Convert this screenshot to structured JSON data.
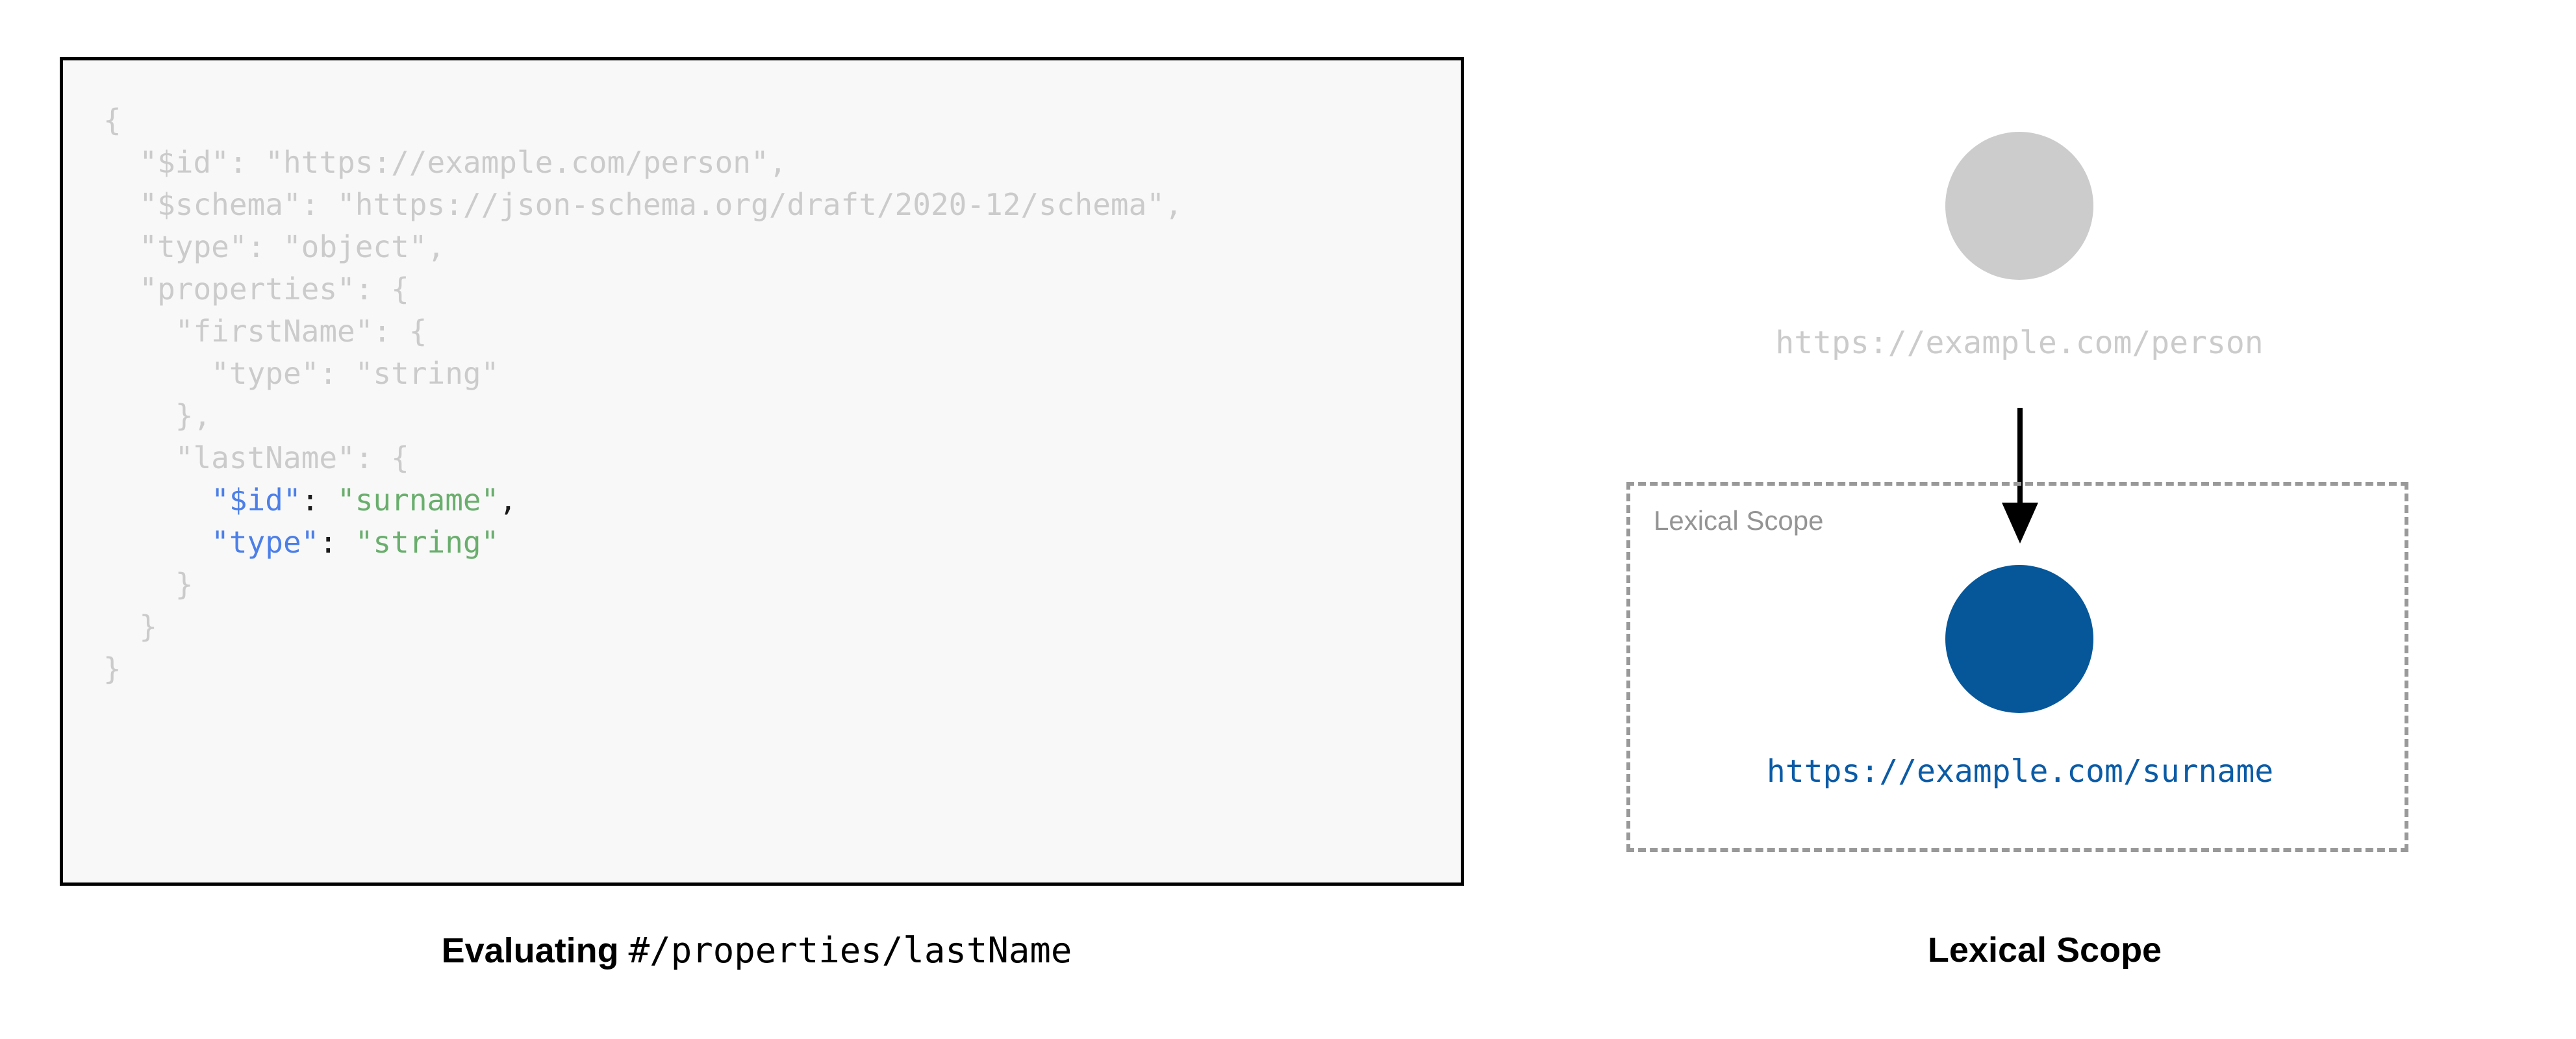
{
  "figure": {
    "left_panel": {
      "caption_strong": "Evaluating",
      "caption_mono": "#/properties/lastName",
      "code_lines": [
        {
          "indent": 0,
          "segments": [
            {
              "text": "{",
              "style": "dim"
            }
          ]
        },
        {
          "indent": 1,
          "segments": [
            {
              "text": "\"$id\": \"https://example.com/person\",",
              "style": "dim"
            }
          ]
        },
        {
          "indent": 1,
          "segments": [
            {
              "text": "\"$schema\": \"https://json-schema.org/draft/2020-12/schema\",",
              "style": "dim"
            }
          ]
        },
        {
          "indent": 1,
          "segments": [
            {
              "text": "\"type\": \"object\",",
              "style": "dim"
            }
          ]
        },
        {
          "indent": 1,
          "segments": [
            {
              "text": "\"properties\": {",
              "style": "dim"
            }
          ]
        },
        {
          "indent": 2,
          "segments": [
            {
              "text": "\"firstName\": {",
              "style": "dim"
            }
          ]
        },
        {
          "indent": 3,
          "segments": [
            {
              "text": "\"type\": \"string\"",
              "style": "dim"
            }
          ]
        },
        {
          "indent": 2,
          "segments": [
            {
              "text": "},",
              "style": "dim"
            }
          ]
        },
        {
          "indent": 2,
          "segments": [
            {
              "text": "\"lastName\": {",
              "style": "dim"
            }
          ]
        },
        {
          "indent": 3,
          "segments": [
            {
              "text": "\"$id\"",
              "style": "key"
            },
            {
              "text": ": ",
              "style": "punct"
            },
            {
              "text": "\"surname\"",
              "style": "str"
            },
            {
              "text": ",",
              "style": "punct"
            }
          ]
        },
        {
          "indent": 3,
          "segments": [
            {
              "text": "\"type\"",
              "style": "key"
            },
            {
              "text": ": ",
              "style": "punct"
            },
            {
              "text": "\"string\"",
              "style": "str"
            }
          ]
        },
        {
          "indent": 2,
          "segments": [
            {
              "text": "}",
              "style": "dim"
            }
          ]
        },
        {
          "indent": 1,
          "segments": [
            {
              "text": "}",
              "style": "dim"
            }
          ]
        },
        {
          "indent": 0,
          "segments": [
            {
              "text": "}",
              "style": "dim"
            }
          ]
        }
      ]
    },
    "right_panel": {
      "caption_strong": "Lexical Scope",
      "scope_box_label": "Lexical Scope",
      "root_node_label": "https://example.com/person",
      "child_node_label": "https://example.com/surname",
      "arrow_direction": "down"
    },
    "colors": {
      "code_dim": "#CBCBCB",
      "code_key": "#4C7FE8",
      "code_string": "#6AAE6E",
      "code_punct": "#1A1A1A",
      "code_background": "#F8F8F8",
      "code_border": "#000000",
      "root_node_fill": "#CCCCCC",
      "child_node_fill": "#05579A",
      "child_label": "#0B5BA6",
      "scope_border": "#999999",
      "scope_label": "#949494",
      "arrow": "#000000"
    }
  }
}
